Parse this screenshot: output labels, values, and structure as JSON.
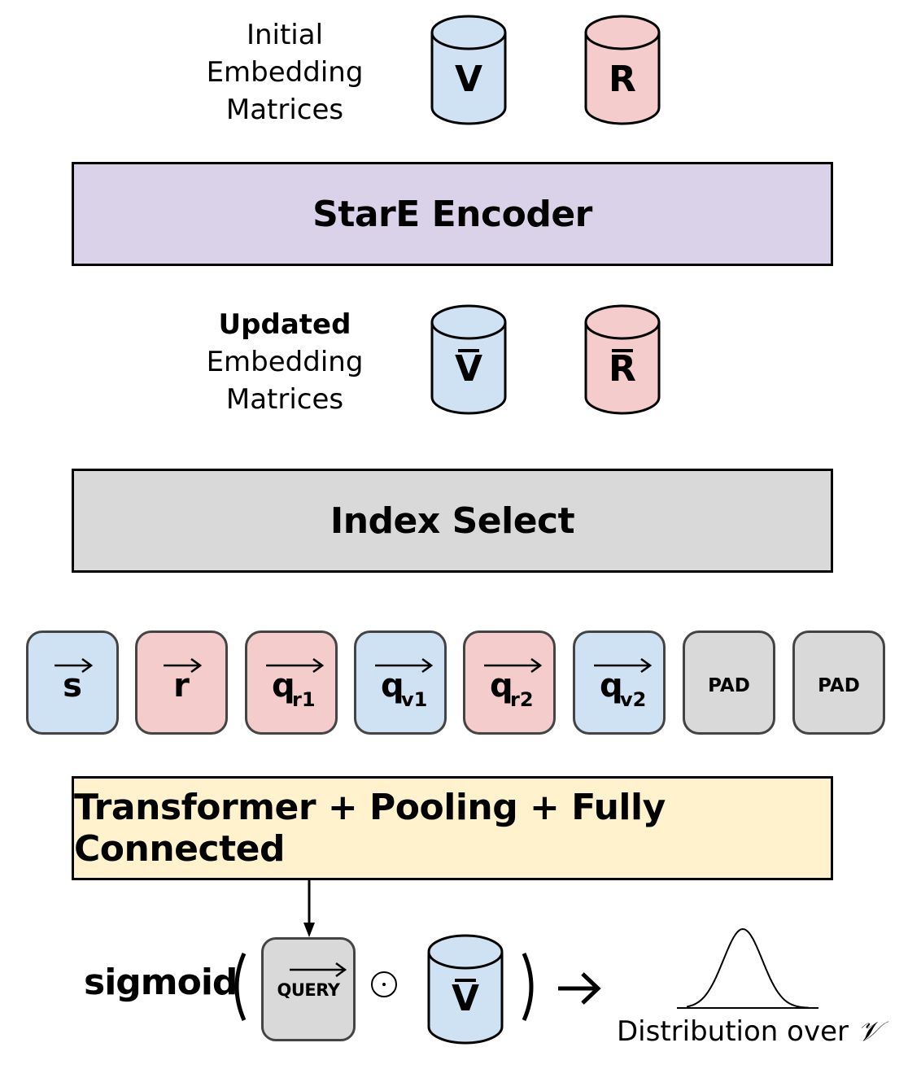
{
  "colors": {
    "entity_blue": "#cfe2f3",
    "relation_red": "#f4cccc",
    "encoder_purple": "#d9d2e9",
    "select_gray": "#d9d9d9",
    "transformer_yellow": "#fff2cc",
    "pad_gray": "#d9d9d9"
  },
  "initial": {
    "label_lines": [
      "Initial",
      "Embedding",
      "Matrices"
    ],
    "v": "V",
    "r": "R"
  },
  "encoder": {
    "label": "StarE Encoder"
  },
  "updated": {
    "label_bold": "Updated",
    "label_lines": [
      "Embedding",
      "Matrices"
    ],
    "v": "V",
    "r": "R",
    "bar": true
  },
  "index_select": {
    "label": "Index Select"
  },
  "tokens": [
    {
      "sym": "s",
      "sub": "",
      "kind": "entity"
    },
    {
      "sym": "r",
      "sub": "",
      "kind": "relation"
    },
    {
      "sym": "q",
      "sub": "r1",
      "kind": "relation"
    },
    {
      "sym": "q",
      "sub": "v1",
      "kind": "entity"
    },
    {
      "sym": "q",
      "sub": "r2",
      "kind": "relation"
    },
    {
      "sym": "q",
      "sub": "v2",
      "kind": "entity"
    },
    {
      "sym": "PAD",
      "sub": "",
      "kind": "pad"
    },
    {
      "sym": "PAD",
      "sub": "",
      "kind": "pad"
    }
  ],
  "transformer": {
    "label": "Transformer + Pooling + Fully Connected"
  },
  "formula": {
    "func": "sigmoid",
    "open_paren": "(",
    "close_paren": ")",
    "query": "QUERY",
    "odot": "⊙",
    "v": "V",
    "arrow": "→"
  },
  "distribution": {
    "label": "Distribution over",
    "symbol": "𝒱"
  }
}
